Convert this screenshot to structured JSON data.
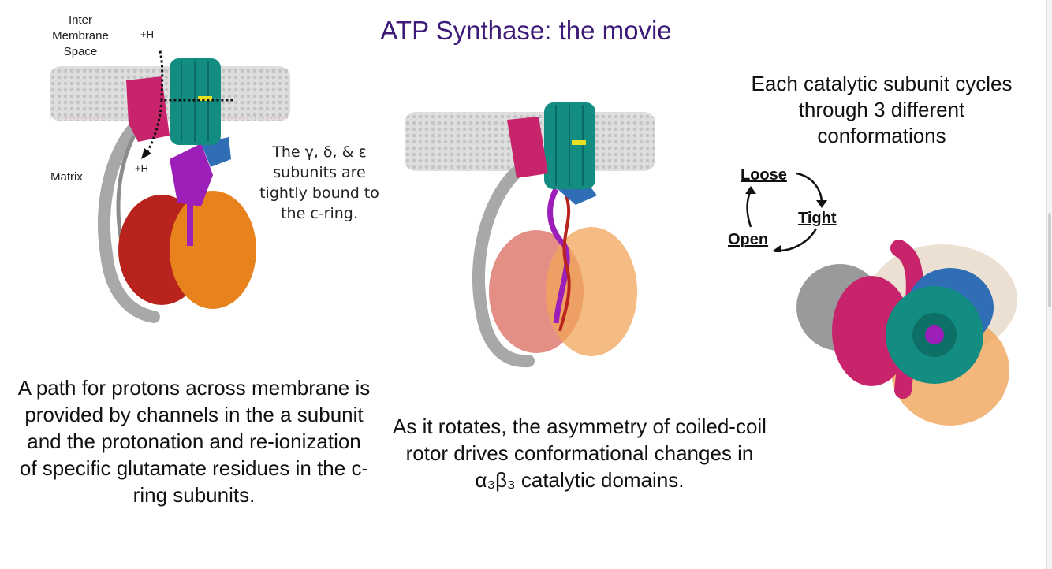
{
  "slide": {
    "title": "ATP Synthase: the movie"
  },
  "left_figure": {
    "ims_label": "Inter\nMembrane\nSpace",
    "proton_top": "+H",
    "proton_bottom": "+H",
    "matrix_label": "Matrix",
    "callout": "The γ, δ, & ε subunits are tightly bound to the c-ring."
  },
  "right_panel": {
    "heading": "Each catalytic subunit cycles through 3 different conformations",
    "cycle": [
      "Loose",
      "Tight",
      "Open"
    ]
  },
  "captions": {
    "left": "A path for protons across membrane is provided by channels in the a subunit and the protonation and re-ionization of specific glutamate residues in the c-ring subunits.",
    "center": "As it rotates, the asymmetry of coiled-coil rotor drives conformational changes in α₃β₃ catalytic domains."
  },
  "colors": {
    "title": "#3d1a78",
    "membrane": "#d9d9d9",
    "a_subunit": "#c8246b",
    "c_ring": "#138c82",
    "gamma": "#9b1fb8",
    "delta": "#2f6db4",
    "alpha": "#b8231d",
    "beta": "#e8821c",
    "stator": "#a8a8a8"
  }
}
